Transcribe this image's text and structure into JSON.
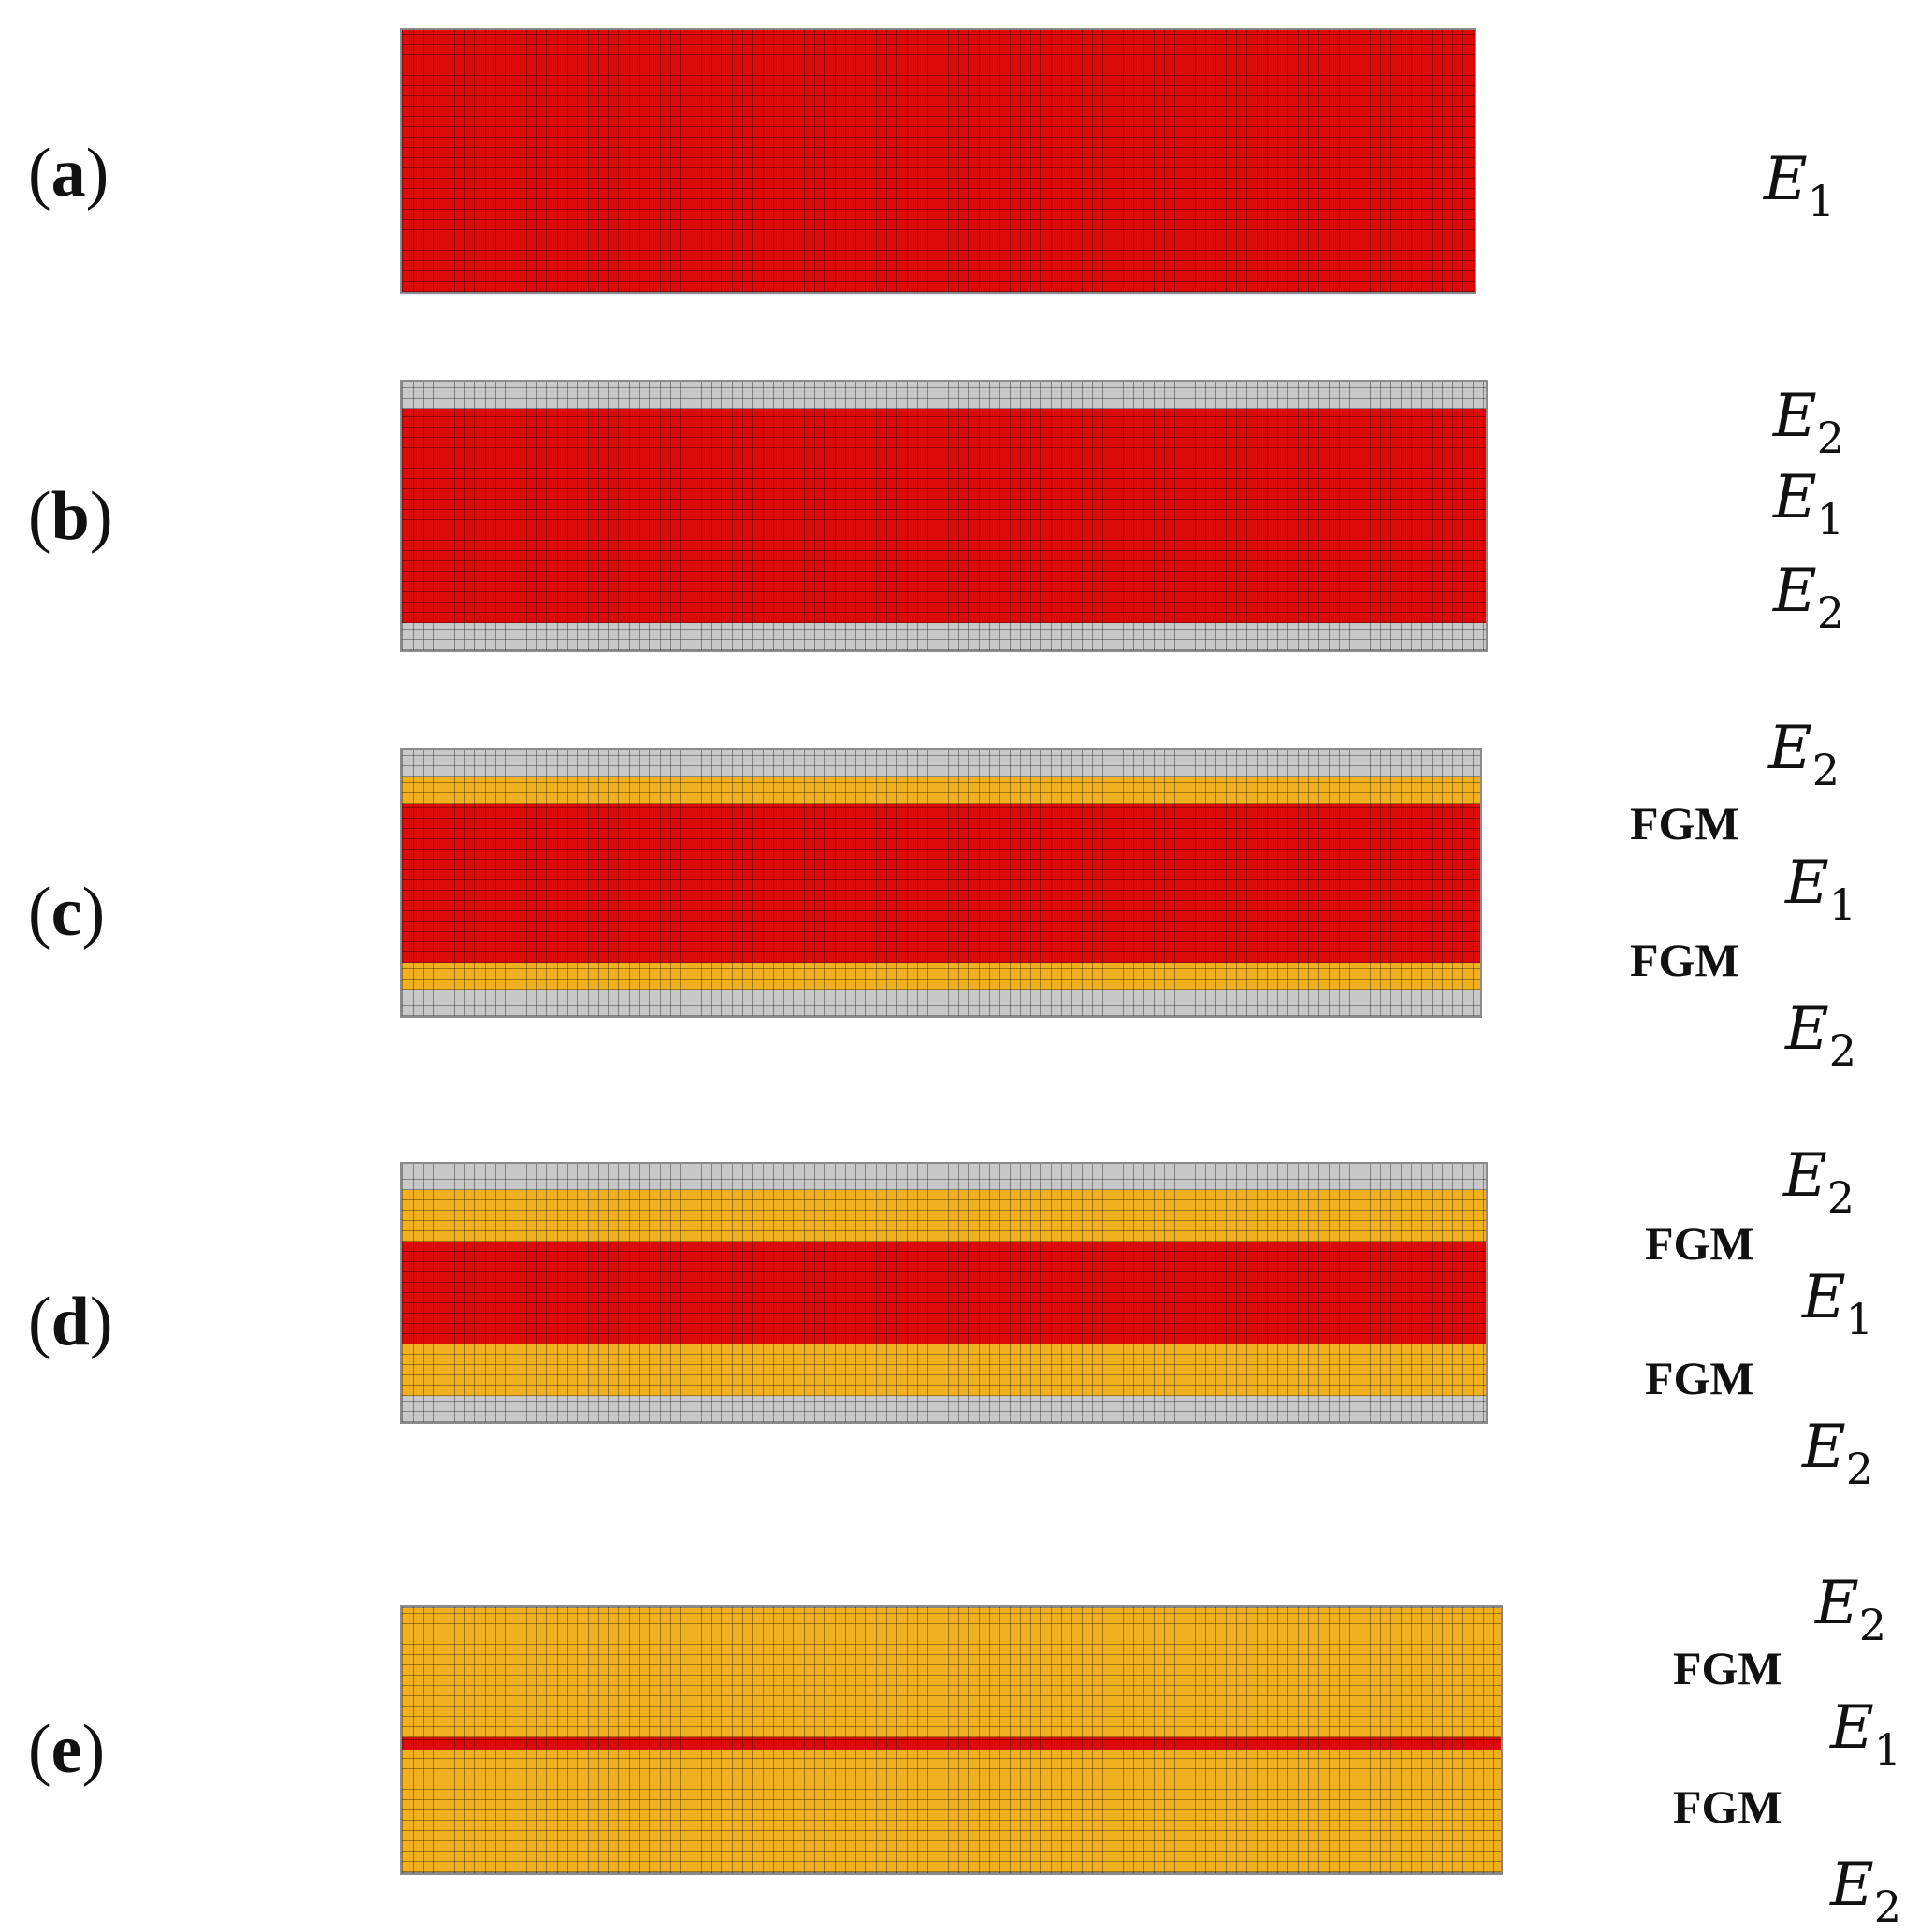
{
  "colors": {
    "E1": "#dd0a0a",
    "E2": "#c8c8c8",
    "FGM": "#f0b020"
  },
  "panels": [
    {
      "label": "a",
      "layers": [
        {
          "material": "E1",
          "fraction": 1.0
        }
      ],
      "labels": [
        {
          "kind": "math",
          "sym": "E",
          "sub": "1"
        }
      ]
    },
    {
      "label": "b",
      "layers": [
        {
          "material": "E2",
          "fraction": 0.1
        },
        {
          "material": "E1",
          "fraction": 0.8
        },
        {
          "material": "E2",
          "fraction": 0.1
        }
      ],
      "labels": [
        {
          "kind": "math",
          "sym": "E",
          "sub": "2"
        },
        {
          "kind": "math",
          "sym": "E",
          "sub": "1"
        },
        {
          "kind": "math",
          "sym": "E",
          "sub": "2"
        }
      ]
    },
    {
      "label": "c",
      "layers": [
        {
          "material": "E2",
          "fraction": 0.1
        },
        {
          "material": "FGM",
          "fraction": 0.1
        },
        {
          "material": "E1",
          "fraction": 0.6
        },
        {
          "material": "FGM",
          "fraction": 0.1
        },
        {
          "material": "E2",
          "fraction": 0.1
        }
      ],
      "labels": [
        {
          "kind": "math",
          "sym": "E",
          "sub": "2"
        },
        {
          "kind": "text",
          "text": "FGM"
        },
        {
          "kind": "math",
          "sym": "E",
          "sub": "1"
        },
        {
          "kind": "text",
          "text": "FGM"
        },
        {
          "kind": "math",
          "sym": "E",
          "sub": "2"
        }
      ]
    },
    {
      "label": "d",
      "layers": [
        {
          "material": "E2",
          "fraction": 0.1
        },
        {
          "material": "FGM",
          "fraction": 0.2
        },
        {
          "material": "E1",
          "fraction": 0.4
        },
        {
          "material": "FGM",
          "fraction": 0.2
        },
        {
          "material": "E2",
          "fraction": 0.1
        }
      ],
      "labels": [
        {
          "kind": "math",
          "sym": "E",
          "sub": "2"
        },
        {
          "kind": "text",
          "text": "FGM"
        },
        {
          "kind": "math",
          "sym": "E",
          "sub": "1"
        },
        {
          "kind": "text",
          "text": "FGM"
        },
        {
          "kind": "math",
          "sym": "E",
          "sub": "2"
        }
      ]
    },
    {
      "label": "e",
      "layers": [
        {
          "material": "E2",
          "fraction": 0.005
        },
        {
          "material": "FGM",
          "fraction": 0.485
        },
        {
          "material": "E1",
          "fraction": 0.05
        },
        {
          "material": "FGM",
          "fraction": 0.455
        },
        {
          "material": "E2",
          "fraction": 0.005
        }
      ],
      "labels": [
        {
          "kind": "math",
          "sym": "E",
          "sub": "2"
        },
        {
          "kind": "text",
          "text": "FGM"
        },
        {
          "kind": "math",
          "sym": "E",
          "sub": "1"
        },
        {
          "kind": "text",
          "text": "FGM"
        },
        {
          "kind": "math",
          "sym": "E",
          "sub": "2"
        }
      ]
    }
  ]
}
